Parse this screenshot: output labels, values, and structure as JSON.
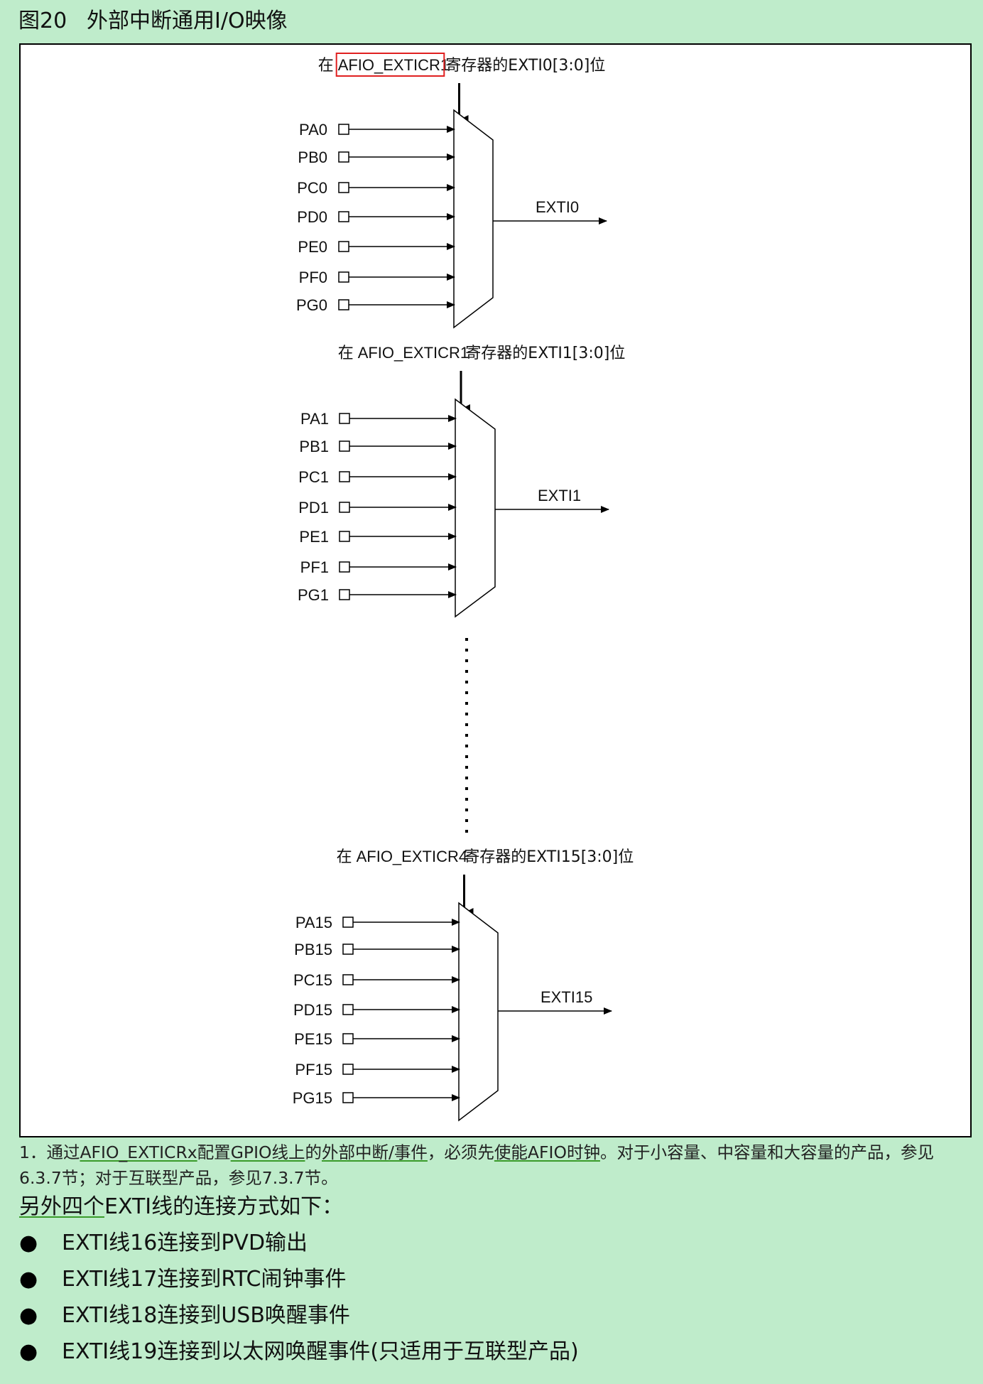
{
  "figure": {
    "number": "图20",
    "title": "外部中断通用I/O映像"
  },
  "diagram": {
    "muxes": [
      {
        "select_prefix": "在",
        "select_register": "AFIO_EXTICR1",
        "select_suffix": "寄存器的EXTI0[3:0]位",
        "inputs": [
          "PA0",
          "PB0",
          "PC0",
          "PD0",
          "PE0",
          "PF0",
          "PG0"
        ],
        "output": "EXTI0"
      },
      {
        "select_prefix": "在",
        "select_register": "AFIO_EXTICR1",
        "select_suffix": "寄存器的EXTI1[3:0]位",
        "inputs": [
          "PA1",
          "PB1",
          "PC1",
          "PD1",
          "PE1",
          "PF1",
          "PG1"
        ],
        "output": "EXTI1"
      },
      {
        "select_prefix": "在",
        "select_register": "AFIO_EXTICR4",
        "select_suffix": "寄存器的EXTI15[3:0]位",
        "inputs": [
          "PA15",
          "PB15",
          "PC15",
          "PD15",
          "PE15",
          "PF15",
          "PG15"
        ],
        "output": "EXTI15"
      }
    ],
    "highlight_color": "#e02020",
    "line_color": "#000000"
  },
  "note": {
    "p1": "1．通过",
    "u1": "AFIO_EXTICRx",
    "p2": "配置",
    "u2": "GPIO线上",
    "p3": "的",
    "u3": "外部中断/事件",
    "p4": "，必须先",
    "u4": "使能AFIO时钟",
    "p5": "。对于小容量、中容量和大容量的产品，参见6.3.7节；对于互联型产品，参见7.3.7节。"
  },
  "intro": {
    "underlined": "另外四个",
    "rest": "EXTI线的连接方式如下："
  },
  "bullets": [
    "EXTI线16连接到PVD输出",
    "EXTI线17连接到RTC闹钟事件",
    "EXTI线18连接到USB唤醒事件",
    "EXTI线19连接到以太网唤醒事件(只适用于互联型产品)"
  ],
  "colors": {
    "background": "#bfeccb",
    "underline_accent": "#3a9b2a"
  }
}
